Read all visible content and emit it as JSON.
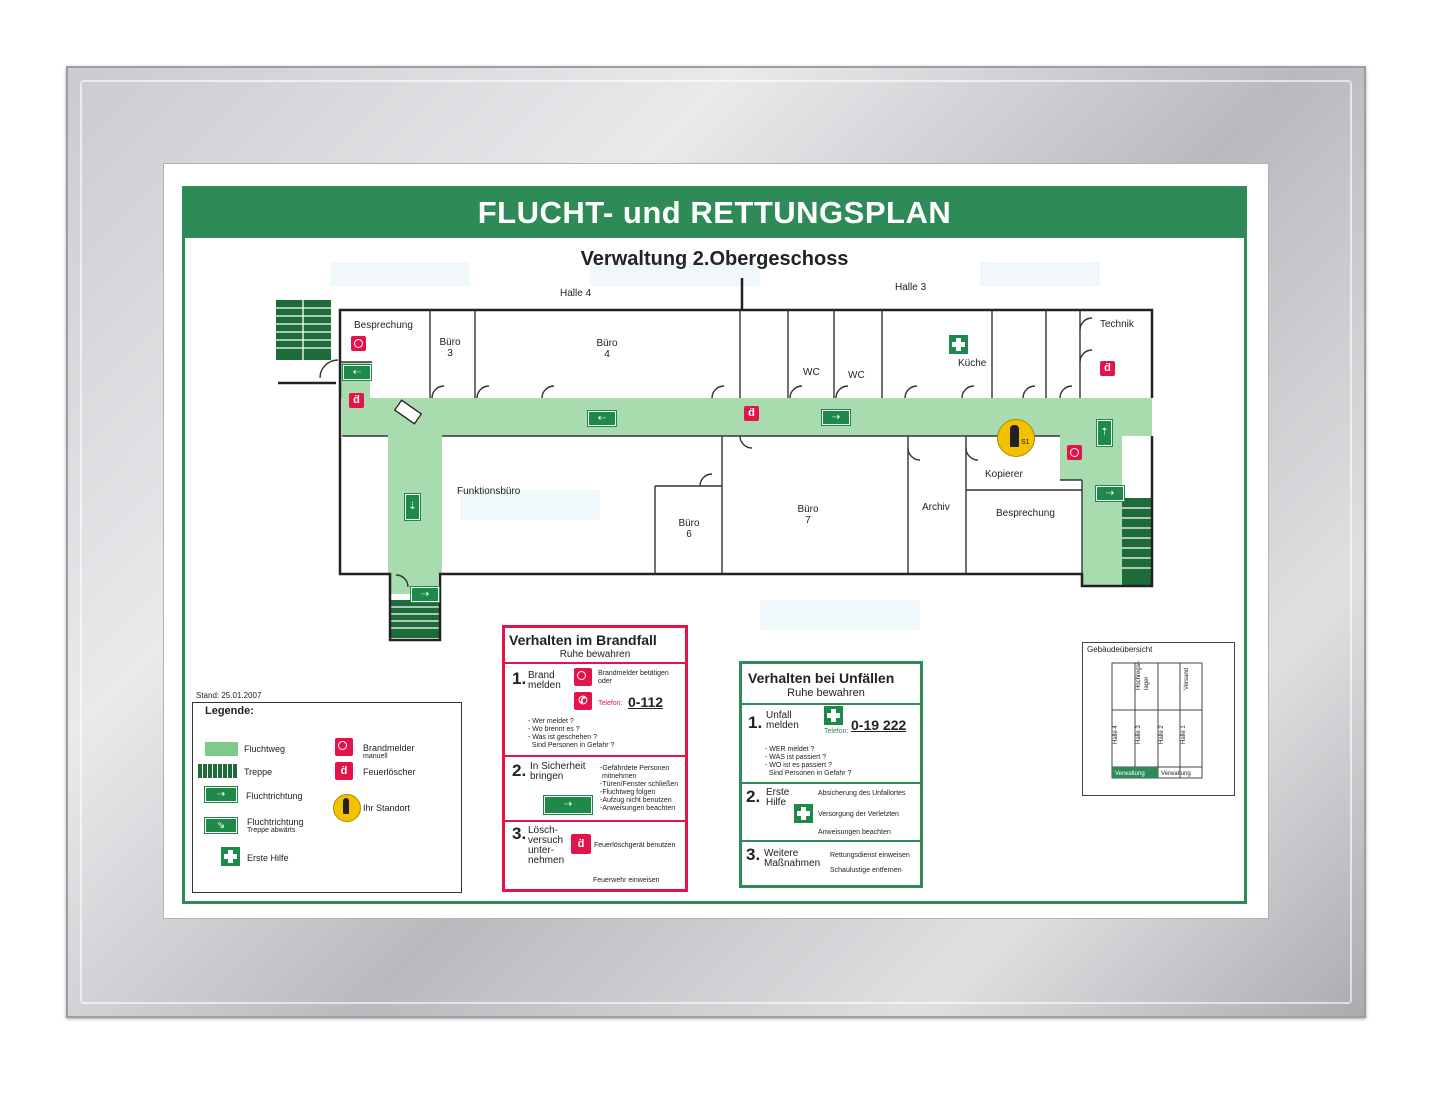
{
  "header": {
    "title": "FLUCHT- und RETTUNGSPLAN",
    "subtitle": "Verwaltung 2.Obergeschoss"
  },
  "floor_plan": {
    "halls": {
      "left": "Halle 4",
      "right": "Halle 3"
    },
    "rooms": {
      "besprechung_top": "Besprechung",
      "buero3": "Büro\n3",
      "buero4": "Büro\n4",
      "wc1": "WC",
      "wc2": "WC",
      "kueche": "Küche",
      "technik": "Technik",
      "funktionsbuero": "Funktionsbüro",
      "buero6": "Büro\n6",
      "buero7": "Büro\n7",
      "archiv": "Archiv",
      "kopierer": "Kopierer",
      "besprechung_bottom": "Besprechung"
    },
    "standort_label": "S1"
  },
  "legend": {
    "stand": "Stand: 25.01.2007",
    "title": "Legende:",
    "items": {
      "fluchtweg": "Fluchtweg",
      "treppe": "Treppe",
      "fluchtrichtung": "Fluchtrichtung",
      "fluchtrichtung2": "Fluchtrichtung",
      "fluchtrichtung2_sub": "Treppe abwärts",
      "erste_hilfe": "Erste Hilfe",
      "brandmelder": "Brandmelder",
      "brandmelder_sub": "manuell",
      "feuerloescher": "Feuerlöscher",
      "standort": "Ihr Standort"
    }
  },
  "brandfall": {
    "title": "Verhalten im Brandfall",
    "subtitle": "Ruhe bewahren",
    "s1_num": "1.",
    "s1_label": "Brand\nmelden",
    "s1_note": "Brandmelder betätigen\noder",
    "s1_tel_label": "Telefon:",
    "s1_phone": "0-112",
    "s1_questions": "- Wer meldet ?\n- Wo brennt es ?\n- Was ist geschehen ?\n  Sind Personen in Gefahr ?",
    "s2_num": "2.",
    "s2_label": "In Sicherheit\nbringen",
    "s2_notes": "-Gefährdete Personen\n mitnehmen\n-Türen/Fenster schließen\n-Fluchtweg folgen\n-Aufzug nicht benutzen\n-Anweisungen beachten",
    "s3_num": "3.",
    "s3_label": "Lösch-\nversuch\nunter-\nnehmen",
    "s3_note": "Feuerlöschgerät benutzen",
    "s3_footer": "Feuerwehr einweisen"
  },
  "unfaelle": {
    "title": "Verhalten bei Unfällen",
    "subtitle": "Ruhe bewahren",
    "s1_num": "1.",
    "s1_label": "Unfall\nmelden",
    "s1_tel_label": "Telefon:",
    "s1_phone": "0-19 222",
    "s1_questions": "- WER meldet ?\n- WAS ist passiert ?\n- WO ist es passiert ?\n  Sind Personen in Gefahr ?",
    "s2_num": "2.",
    "s2_label": "Erste\nHilfe",
    "s2_note1": "Absicherung des Unfallortes",
    "s2_note2": "Versorgung der Verletzten",
    "s2_note3": "Anweisungen beachten",
    "s3_num": "3.",
    "s3_label": "Weitere\nMaßnahmen",
    "s3_note1": "Rettungsdienst einweisen",
    "s3_note2": "Schaulustige entfernen"
  },
  "overview": {
    "title": "Gebäudeübersicht",
    "cells": [
      "Halle 4",
      "Halle 3",
      "Halle 2",
      "Halle 1"
    ],
    "top_cells": [
      "Hochregal-\nlager",
      "Versand"
    ],
    "bottom_cells": [
      "Verwaltung",
      "Verwaltung"
    ]
  },
  "colors": {
    "green": "#2e8b57",
    "escape_route": "#a8dcae",
    "red": "#e2144a",
    "yellow": "#f2c200"
  }
}
